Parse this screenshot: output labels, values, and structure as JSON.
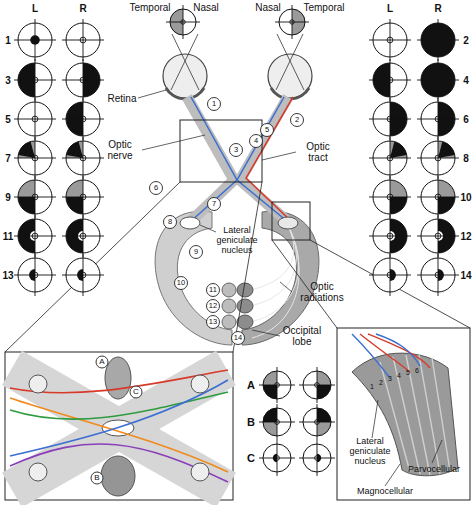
{
  "diagram": {
    "labels": [
      "L",
      "R",
      "Temporal",
      "Nasal",
      "Nasal",
      "Temporal",
      "L",
      "R",
      "1",
      "3",
      "5",
      "7",
      "9",
      "11",
      "13",
      "2",
      "4",
      "6",
      "8",
      "10",
      "12",
      "14",
      "Retina",
      "Optic nerve",
      "Optic tract",
      "Lateral geniculate nucleus",
      "Optic radiations",
      "Occipital lobe",
      "1",
      "2",
      "3",
      "4",
      "5",
      "6",
      "7",
      "8",
      "9",
      "10",
      "11",
      "12",
      "13",
      "14",
      "A",
      "B",
      "C",
      "A",
      "B",
      "C",
      "Lateral geniculate nucleus",
      "Magnocellular",
      "Parvocellular",
      "1",
      "2",
      "3",
      "4",
      "5",
      "6"
    ]
  }
}
